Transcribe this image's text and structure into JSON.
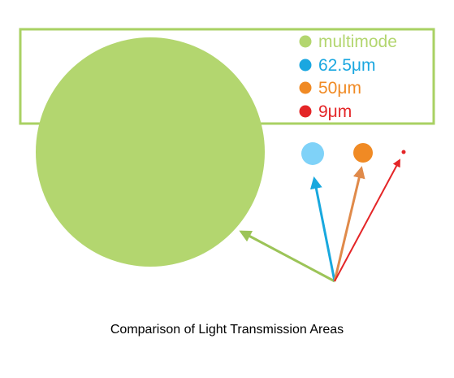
{
  "legend": {
    "items": [
      {
        "label": "multimode",
        "color": "#b3d66f"
      },
      {
        "label": "62.5μm",
        "color": "#1aa7e0"
      },
      {
        "label": "50μm",
        "color": "#f08a24"
      },
      {
        "label": "9μm",
        "color": "#e42527"
      }
    ]
  },
  "colors": {
    "legend_border": "#a9d163",
    "multimode_fill": "#b3d66f",
    "core_62_5_fill": "#7fd2f8",
    "core_50_fill": "#f08a24",
    "core_9_fill": "#e42527",
    "arrow_multimode": "#9cc458",
    "arrow_62_5": "#18a8de",
    "arrow_50": "#e08a4a",
    "arrow_9": "#e42527"
  },
  "caption": "Comparison of Light Transmission Areas"
}
